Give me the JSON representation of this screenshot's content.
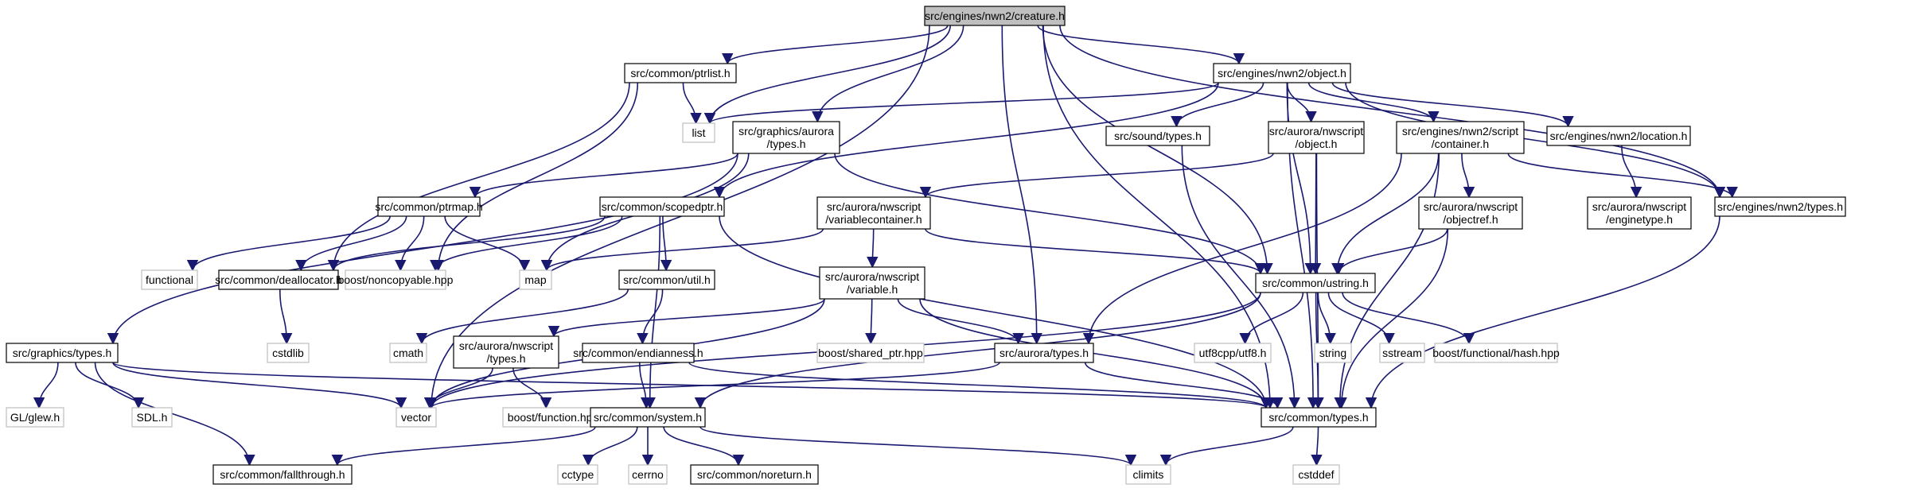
{
  "colors": {
    "edge": "#191970",
    "main_fill": "#bfbfbf",
    "external_border": "#bfbfbf",
    "node_border": "#000000"
  },
  "nodes": {
    "creature_h": {
      "lines": [
        "src/engines/nwn2/creature.h"
      ]
    },
    "ptrlist_h": {
      "lines": [
        "src/common/ptrlist.h"
      ]
    },
    "object_h": {
      "lines": [
        "src/engines/nwn2/object.h"
      ]
    },
    "list": {
      "lines": [
        "list"
      ]
    },
    "graphics_aurora_types_h": {
      "lines": [
        "src/graphics/aurora",
        "/types.h"
      ]
    },
    "sound_types_h": {
      "lines": [
        "src/sound/types.h"
      ]
    },
    "nwscript_object_h": {
      "lines": [
        "src/aurora/nwscript",
        "/object.h"
      ]
    },
    "script_container_h": {
      "lines": [
        "src/engines/nwn2/script",
        "/container.h"
      ]
    },
    "location_h": {
      "lines": [
        "src/engines/nwn2/location.h"
      ]
    },
    "ptrmap_h": {
      "lines": [
        "src/common/ptrmap.h"
      ]
    },
    "scopedptr_h": {
      "lines": [
        "src/common/scopedptr.h"
      ]
    },
    "variablecontainer_h": {
      "lines": [
        "src/aurora/nwscript",
        "/variablecontainer.h"
      ]
    },
    "objectref_h": {
      "lines": [
        "src/aurora/nwscript",
        "/objectref.h"
      ]
    },
    "enginetype_h": {
      "lines": [
        "src/aurora/nwscript",
        "/enginetype.h"
      ]
    },
    "nwn2_types_h": {
      "lines": [
        "src/engines/nwn2/types.h"
      ]
    },
    "functional": {
      "lines": [
        "functional"
      ]
    },
    "deallocator_h": {
      "lines": [
        "src/common/deallocator.h"
      ]
    },
    "noncopyable_hpp": {
      "lines": [
        "boost/noncopyable.hpp"
      ]
    },
    "map": {
      "lines": [
        "map"
      ]
    },
    "util_h": {
      "lines": [
        "src/common/util.h"
      ]
    },
    "variable_h": {
      "lines": [
        "src/aurora/nwscript",
        "/variable.h"
      ]
    },
    "ustring_h": {
      "lines": [
        "src/common/ustring.h"
      ]
    },
    "cstdlib": {
      "lines": [
        "cstdlib"
      ]
    },
    "graphics_types_h": {
      "lines": [
        "src/graphics/types.h"
      ]
    },
    "cmath": {
      "lines": [
        "cmath"
      ]
    },
    "nwscript_types_h": {
      "lines": [
        "src/aurora/nwscript",
        "/types.h"
      ]
    },
    "endianness_h": {
      "lines": [
        "src/common/endianness.h"
      ]
    },
    "shared_ptr_hpp": {
      "lines": [
        "boost/shared_ptr.hpp"
      ]
    },
    "aurora_types_h": {
      "lines": [
        "src/aurora/types.h"
      ]
    },
    "utf8_h": {
      "lines": [
        "utf8cpp/utf8.h"
      ]
    },
    "string": {
      "lines": [
        "string"
      ]
    },
    "sstream": {
      "lines": [
        "sstream"
      ]
    },
    "hash_hpp": {
      "lines": [
        "boost/functional/hash.hpp"
      ]
    },
    "glew_h": {
      "lines": [
        "GL/glew.h"
      ]
    },
    "sdl_h": {
      "lines": [
        "SDL.h"
      ]
    },
    "vector": {
      "lines": [
        "vector"
      ]
    },
    "function_hpp": {
      "lines": [
        "boost/function.hpp"
      ]
    },
    "system_h": {
      "lines": [
        "src/common/system.h"
      ]
    },
    "common_types_h": {
      "lines": [
        "src/common/types.h"
      ]
    },
    "fallthrough_h": {
      "lines": [
        "src/common/fallthrough.h"
      ]
    },
    "cctype": {
      "lines": [
        "cctype"
      ]
    },
    "cerrno": {
      "lines": [
        "cerrno"
      ]
    },
    "noreturn_h": {
      "lines": [
        "src/common/noreturn.h"
      ]
    },
    "climits": {
      "lines": [
        "climits"
      ]
    },
    "cstddef": {
      "lines": [
        "cstddef"
      ]
    }
  }
}
